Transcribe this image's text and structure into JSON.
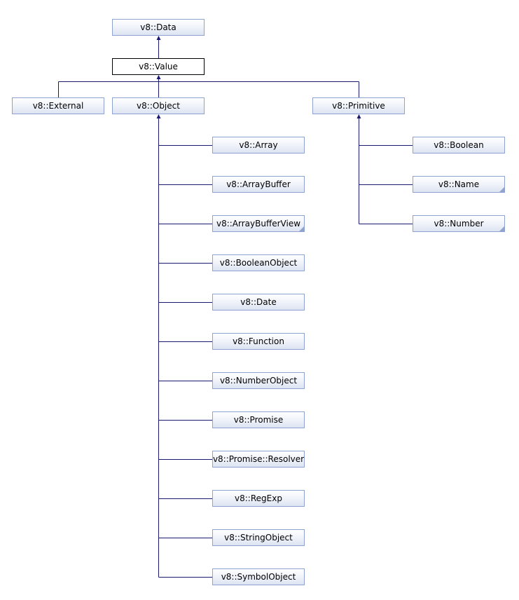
{
  "colors": {
    "edge": "#191970",
    "node_border": "#8ea3cf",
    "current_border": "#000000"
  },
  "nodes": [
    {
      "id": "data",
      "label": "v8::Data"
    },
    {
      "id": "value",
      "label": "v8::Value",
      "current": true
    },
    {
      "id": "external",
      "label": "v8::External"
    },
    {
      "id": "object",
      "label": "v8::Object"
    },
    {
      "id": "primitive",
      "label": "v8::Primitive"
    },
    {
      "id": "array",
      "label": "v8::Array"
    },
    {
      "id": "arraybuffer",
      "label": "v8::ArrayBuffer"
    },
    {
      "id": "arraybufferview",
      "label": "v8::ArrayBufferView",
      "more": true
    },
    {
      "id": "booleanobject",
      "label": "v8::BooleanObject"
    },
    {
      "id": "date",
      "label": "v8::Date"
    },
    {
      "id": "function",
      "label": "v8::Function"
    },
    {
      "id": "numberobject",
      "label": "v8::NumberObject"
    },
    {
      "id": "promise",
      "label": "v8::Promise"
    },
    {
      "id": "promiseresolver",
      "label": "v8::Promise::Resolver"
    },
    {
      "id": "regexp",
      "label": "v8::RegExp"
    },
    {
      "id": "stringobject",
      "label": "v8::StringObject"
    },
    {
      "id": "symbolobject",
      "label": "v8::SymbolObject"
    },
    {
      "id": "boolean",
      "label": "v8::Boolean"
    },
    {
      "id": "name",
      "label": "v8::Name",
      "more": true
    },
    {
      "id": "number",
      "label": "v8::Number",
      "more": true
    }
  ],
  "edges": [
    {
      "from": "value",
      "to": "data"
    },
    {
      "from": "external",
      "to": "value"
    },
    {
      "from": "object",
      "to": "value"
    },
    {
      "from": "primitive",
      "to": "value"
    },
    {
      "from": "array",
      "to": "object"
    },
    {
      "from": "arraybuffer",
      "to": "object"
    },
    {
      "from": "arraybufferview",
      "to": "object"
    },
    {
      "from": "booleanobject",
      "to": "object"
    },
    {
      "from": "date",
      "to": "object"
    },
    {
      "from": "function",
      "to": "object"
    },
    {
      "from": "numberobject",
      "to": "object"
    },
    {
      "from": "promise",
      "to": "object"
    },
    {
      "from": "promiseresolver",
      "to": "object"
    },
    {
      "from": "regexp",
      "to": "object"
    },
    {
      "from": "stringobject",
      "to": "object"
    },
    {
      "from": "symbolobject",
      "to": "object"
    },
    {
      "from": "boolean",
      "to": "primitive"
    },
    {
      "from": "name",
      "to": "primitive"
    },
    {
      "from": "number",
      "to": "primitive"
    }
  ]
}
